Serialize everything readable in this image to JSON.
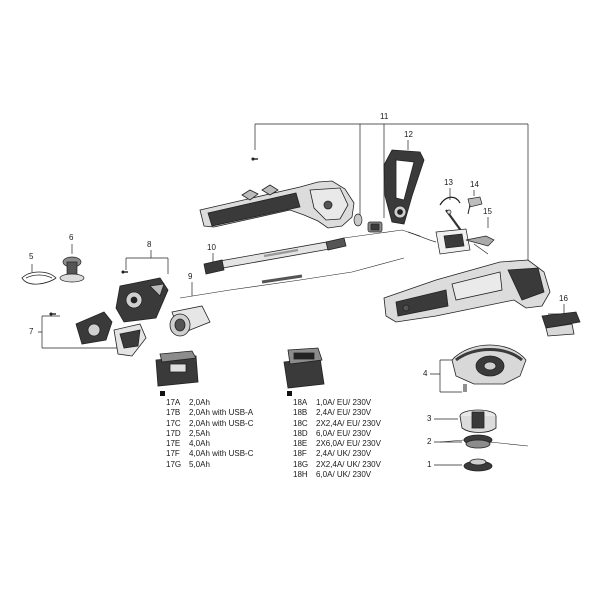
{
  "colors": {
    "body": "#d9d9d9",
    "dark": "#3a3a3a",
    "black": "#111111",
    "line": "#222222",
    "mid": "#8c8c8c",
    "light": "#eeeeee"
  },
  "callouts": {
    "c1": "1",
    "c2": "2",
    "c3": "3",
    "c4": "4",
    "c5": "5",
    "c6": "6",
    "c7": "7",
    "c8": "8",
    "c9": "9",
    "c10": "10",
    "c11": "11",
    "c12": "12",
    "c13": "13",
    "c14": "14",
    "c15": "15",
    "c16": "16"
  },
  "battery_list": [
    {
      "code": "17A",
      "desc": "2,0Ah"
    },
    {
      "code": "17B",
      "desc": "2,0Ah with USB-A"
    },
    {
      "code": "17C",
      "desc": "2,0Ah with USB-C"
    },
    {
      "code": "17D",
      "desc": "2,5Ah"
    },
    {
      "code": "17E",
      "desc": "4,0Ah"
    },
    {
      "code": "17F",
      "desc": "4,0Ah with USB-C"
    },
    {
      "code": "17G",
      "desc": "5,0Ah"
    }
  ],
  "charger_list": [
    {
      "code": "18A",
      "desc": "1,0A/ EU/ 230V"
    },
    {
      "code": "18B",
      "desc": "2,4A/ EU/ 230V"
    },
    {
      "code": "18C",
      "desc": "2X2,4A/ EU/ 230V"
    },
    {
      "code": "18D",
      "desc": "6,0A/ EU/ 230V"
    },
    {
      "code": "18E",
      "desc": "2X6,0A/ EU/ 230V"
    },
    {
      "code": "18F",
      "desc": "2,4A/ UK/ 230V"
    },
    {
      "code": "18G",
      "desc": "2X2,4A/ UK/ 230V"
    },
    {
      "code": "18H",
      "desc": "6,0A/ UK/ 230V"
    }
  ]
}
